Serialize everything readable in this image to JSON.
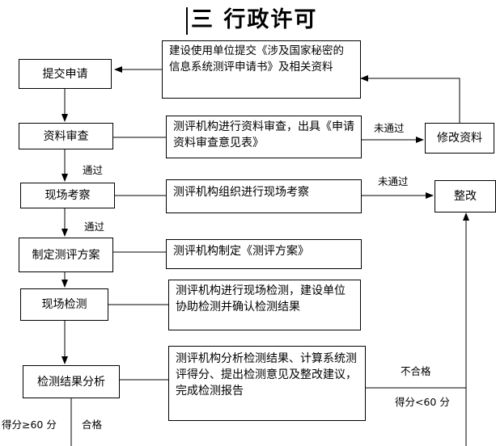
{
  "title": "三  行政许可",
  "steps": {
    "submit": "提交申请",
    "review": "资料审查",
    "inspect": "现场考察",
    "plan": "制定测评方案",
    "test": "现场检测",
    "analyze": "检测结果分析"
  },
  "descriptions": {
    "submit": "建设使用单位提交《涉及国家秘密的信息系统测评申请书》及相关资料",
    "review": "测评机构进行资料审查，出具《申请资料审查意见表》",
    "inspect": "测评机构组织进行现场考察",
    "plan": "测评机构制定《测评方案》",
    "test": "测评机构进行现场检测，建设单位协助检测并确认检测结果",
    "analyze": "测评机构分析检测结果、计算系统测评得分、提出检测意见及整改建议，完成检测报告"
  },
  "side_boxes": {
    "modify": "修改资料",
    "rectify": "整改"
  },
  "edge_labels": {
    "not_passed_1": "未通过",
    "not_passed_2": "未通过",
    "passed_1": "通过",
    "passed_2": "通过",
    "fail": "不合格",
    "score_low": "得分<60 分",
    "score_high": "得分≥60 分",
    "qualified": "合格"
  }
}
